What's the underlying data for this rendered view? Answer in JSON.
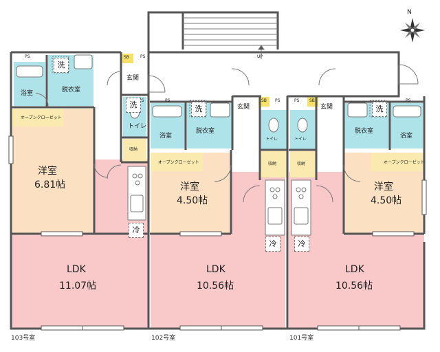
{
  "compass": {
    "north_label": "N"
  },
  "stair": {
    "up_label": "UP"
  },
  "units": [
    {
      "unit_label": "103号室",
      "western_room": {
        "name": "洋室",
        "size": "6.81帖"
      },
      "ldk": {
        "name": "LDK",
        "size": "11.07帖"
      },
      "bath": "浴室",
      "dressing": "脱衣室",
      "toilet": "トイレ",
      "storage": "収納",
      "entrance": "玄関",
      "open_closet": "オープンクローゼット",
      "ps_label": "PS",
      "sb_label": "SB",
      "washer_symbol": "洗",
      "fridge_symbol": "冷"
    },
    {
      "unit_label": "102号室",
      "western_room": {
        "name": "洋室",
        "size": "4.50帖"
      },
      "ldk": {
        "name": "LDK",
        "size": "10.56帖"
      },
      "bath": "浴室",
      "dressing": "脱衣室",
      "toilet": "トイレ",
      "storage": "収納",
      "entrance": "玄関",
      "open_closet": "オープンクローゼット",
      "ps_label": "PS",
      "sb_label": "SB",
      "washer_symbol": "洗",
      "fridge_symbol": "冷"
    },
    {
      "unit_label": "101号室",
      "western_room": {
        "name": "洋室",
        "size": "4.50帖"
      },
      "ldk": {
        "name": "LDK",
        "size": "10.56帖"
      },
      "bath": "浴室",
      "dressing": "脱衣室",
      "toilet": "トイレ",
      "storage": "収納",
      "entrance": "玄関",
      "open_closet": "オープンクローゼット",
      "ps_label": "PS",
      "sb_label": "SB",
      "washer_symbol": "洗",
      "fridge_symbol": "冷"
    }
  ],
  "colors": {
    "ldk": "#f9c8c8",
    "western": "#fce0c2",
    "wet": "#aee3ea",
    "toilet": "#aee3ea",
    "storage": "#fbeab0",
    "closet": "#fbeab0",
    "sb": "#f6e06a",
    "wall": "#555555"
  }
}
